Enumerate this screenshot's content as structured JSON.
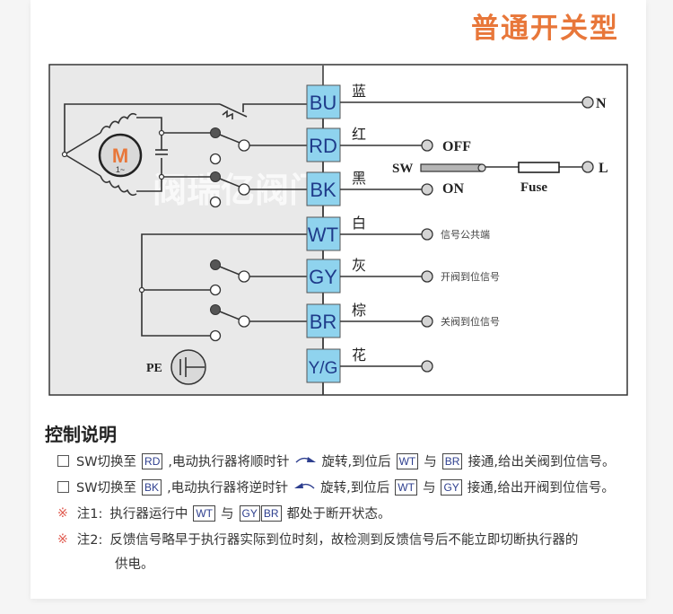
{
  "title": "普通开关型",
  "diagram": {
    "terminals": [
      {
        "code": "BU",
        "color_name": "蓝",
        "target": "N"
      },
      {
        "code": "RD",
        "color_name": "红",
        "target": "OFF"
      },
      {
        "code": "BK",
        "color_name": "黑",
        "target": "ON"
      },
      {
        "code": "WT",
        "color_name": "白",
        "target": "信号公共端"
      },
      {
        "code": "GY",
        "color_name": "灰",
        "target": "开阀到位信号"
      },
      {
        "code": "BR",
        "color_name": "棕",
        "target": "关阀到位信号"
      },
      {
        "code": "Y/G",
        "color_name": "花",
        "target": ""
      }
    ],
    "labels": {
      "n": "N",
      "l": "L",
      "off": "OFF",
      "on": "ON",
      "sw": "SW",
      "fuse": "Fuse",
      "pe": "PE",
      "motor": "M",
      "motor_sub": "1~"
    },
    "watermark": "阀瑞亿阀门",
    "colors": {
      "terminal_fill": "#8fd3ee",
      "terminal_text": "#1f3b8a",
      "panel_bg": "#e9e9e9",
      "motor_letter": "#e8773a",
      "title": "#e8773a"
    }
  },
  "instructions": {
    "heading": "控制说明",
    "lines": [
      {
        "prefix": "SW切换至",
        "tag": "RD",
        "mid": ",电动执行器将顺时针",
        "arrow": "clockwise-arrow",
        "rest1": "旋转,到位后",
        "tag2": "WT",
        "and": "与",
        "tag3": "BR",
        "end": "接通,给出关阀到位信号。"
      },
      {
        "prefix": "SW切换至",
        "tag": "BK",
        "mid": ",电动执行器将逆时针",
        "arrow": "counterclockwise-arrow",
        "rest1": "旋转,到位后",
        "tag2": "WT",
        "and": "与",
        "tag3": "GY",
        "end": "接通,给出开阀到位信号。"
      }
    ],
    "notes": [
      {
        "mark": "※",
        "label": "注1:",
        "text1": "执行器运行中",
        "tag1": "WT",
        "and": "与",
        "tag2": "GY",
        "tag3": "BR",
        "text2": "都处于断开状态。"
      },
      {
        "mark": "※",
        "label": "注2:",
        "text": "反馈信号略早于执行器实际到位时刻，故检测到反馈信号后不能立即切断执行器的",
        "cont": "供电。"
      }
    ]
  }
}
